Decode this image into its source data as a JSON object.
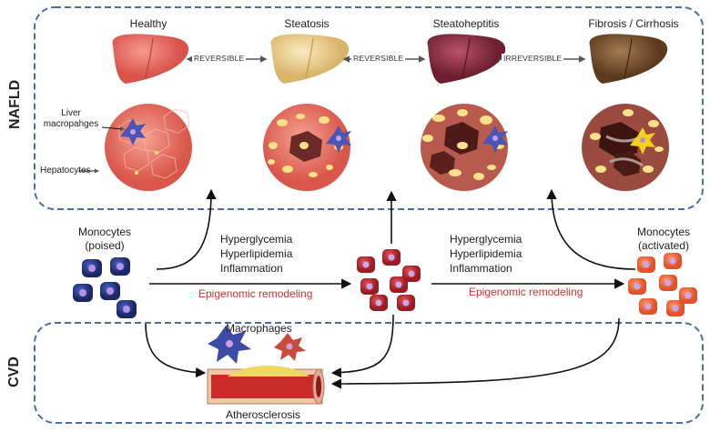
{
  "sections": {
    "top": "NAFLD",
    "bottom": "CVD"
  },
  "stages": {
    "healthy": "Healthy",
    "steatosis": "Steatosis",
    "steatohepatitis": "Steatoheptitis",
    "fibrosis": "Fibrosis / Cirrhosis"
  },
  "transitions": {
    "t1": "REVERSIBLE",
    "t2": "REVERSIBLE",
    "t3": "IRREVERSIBLE"
  },
  "callouts": {
    "macrophages_line1": "Liver",
    "macrophages_line2": "macropahges",
    "hepatocytes": "Hepatocytes"
  },
  "monocytes": {
    "poised_line1": "Monocytes",
    "poised_line2": "(poised)",
    "activated_line1": "Monocytes",
    "activated_line2": "(activated)"
  },
  "factors_left": {
    "line1": "Hyperglycemia",
    "line2": "Hyperlipidemia",
    "line3": "Inflammation",
    "remodel": "Epigenomic remodeling"
  },
  "factors_right": {
    "line1": "Hyperglycemia",
    "line2": "Hyperlipidemia",
    "line3": "Inflammation",
    "remodel": "Epigenomic remodeling"
  },
  "cvd": {
    "macrophages": "Macrophages",
    "atherosclerosis": "Atherosclerosis"
  },
  "colors": {
    "frame": "#4a6fa5",
    "healthy": "#e8736b",
    "steatosis": "#f0d9a0",
    "steatohepatitis": "#8e2f3e",
    "fibrosis": "#7a5230",
    "poised_cell": "#2c3e8f",
    "mid_cell": "#c62e35",
    "activated_cell": "#ef6a35",
    "highlight": "#d0312d"
  }
}
